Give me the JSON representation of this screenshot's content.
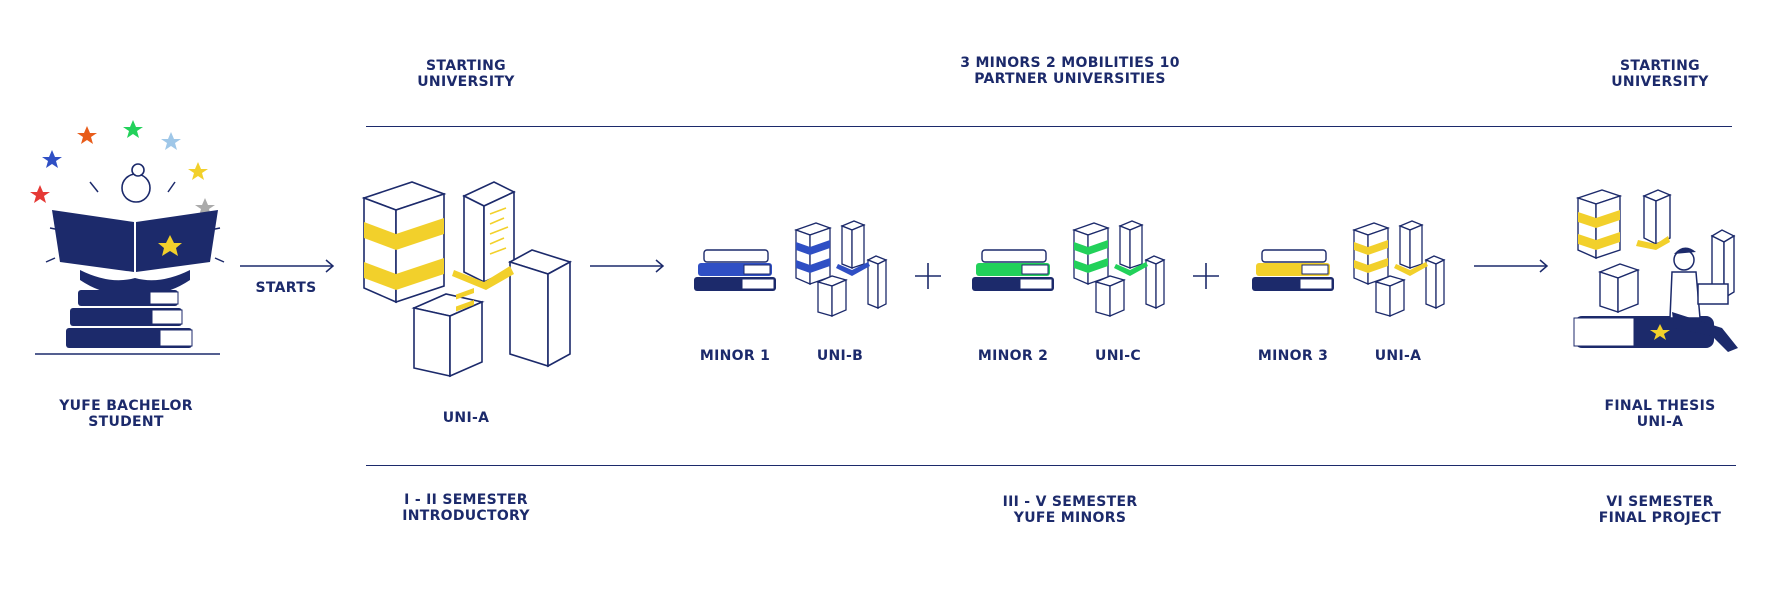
{
  "headers": {
    "start_university": "STARTING\nUNIVERSITY",
    "minors_mobilities": "3 MINORS 2 MOBILITIES 10\nPARTNER UNIVERSITIES",
    "end_university": "STARTING\nUNIVERSITY"
  },
  "student": {
    "label": "YUFE BACHELOR\nSTUDENT"
  },
  "starts_label": "STARTS",
  "uni_a_main": "UNI-A",
  "steps": [
    {
      "minor": "MINOR 1",
      "uni": "UNI-B",
      "accent": "#2f4fc4"
    },
    {
      "minor": "MINOR 2",
      "uni": "UNI-C",
      "accent": "#22d15a"
    },
    {
      "minor": "MINOR 3",
      "uni": "UNI-A",
      "accent": "#f2d02b"
    }
  ],
  "final": {
    "label": "FINAL THESIS\nUNI-A"
  },
  "semesters": {
    "first": "I - II SEMESTER\nINTRODUCTORY",
    "middle": "III - V SEMESTER\nYUFE MINORS",
    "last": "VI SEMESTER\nFINAL PROJECT"
  },
  "colors": {
    "navy": "#1c2a6b",
    "yellow": "#f2d02b",
    "blue": "#2f4fc4",
    "green": "#22d15a"
  }
}
